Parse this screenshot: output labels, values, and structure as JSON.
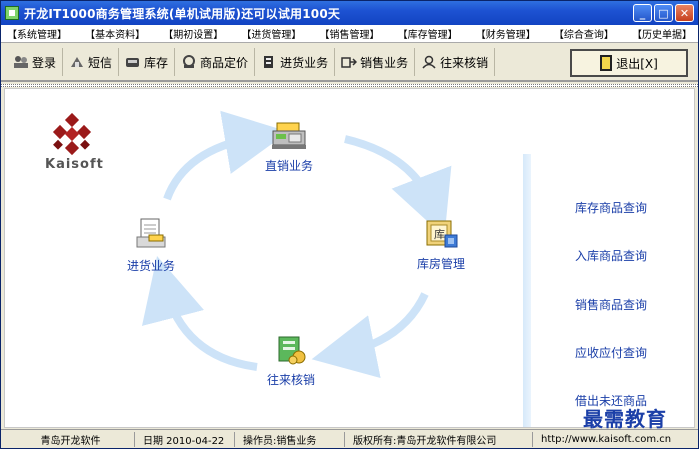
{
  "window": {
    "title": "开龙IT1000商务管理系统(单机试用版)还可以试用100天",
    "buttons": {
      "minimize": "_",
      "maximize": "□",
      "close": "✕"
    }
  },
  "menu": [
    "【系统管理】",
    "【基本资料】",
    "【期初设置】",
    "【进货管理】",
    "【销售管理】",
    "【库存管理】",
    "【财务管理】",
    "【综合查询】",
    "【历史单据】"
  ],
  "toolbar": {
    "items": [
      {
        "label": "登录",
        "icon": "login-icon"
      },
      {
        "label": "短信",
        "icon": "sms-icon"
      },
      {
        "label": "库存",
        "icon": "inventory-icon"
      },
      {
        "label": "商品定价",
        "icon": "pricing-icon"
      },
      {
        "label": "进货业务",
        "icon": "purchase-icon"
      },
      {
        "label": "销售业务",
        "icon": "sales-icon"
      },
      {
        "label": "往来核销",
        "icon": "reconcile-icon"
      }
    ],
    "exit_label": "退出[X]"
  },
  "main": {
    "logo_text": "Kaisoft",
    "nodes": {
      "direct_sales": "直销业务",
      "warehouse": "库房管理",
      "purchase": "进货业务",
      "reconcile": "往来核销"
    },
    "queries": [
      "库存商品查询",
      "入库商品查询",
      "销售商品查询",
      "应收应付查询",
      "借出未还商品"
    ],
    "watermark": "最需教育"
  },
  "status": {
    "company": "青岛开龙软件",
    "date": "日期 2010-04-22",
    "operator": "操作员:销售业务",
    "copyright": "版权所有:青岛开龙软件有限公司",
    "url": "http://www.kaisoft.com.cn"
  },
  "colors": {
    "accent": "#1a3ea8",
    "arrow": "#cde3f8",
    "titlebar": "#1d52d2"
  }
}
